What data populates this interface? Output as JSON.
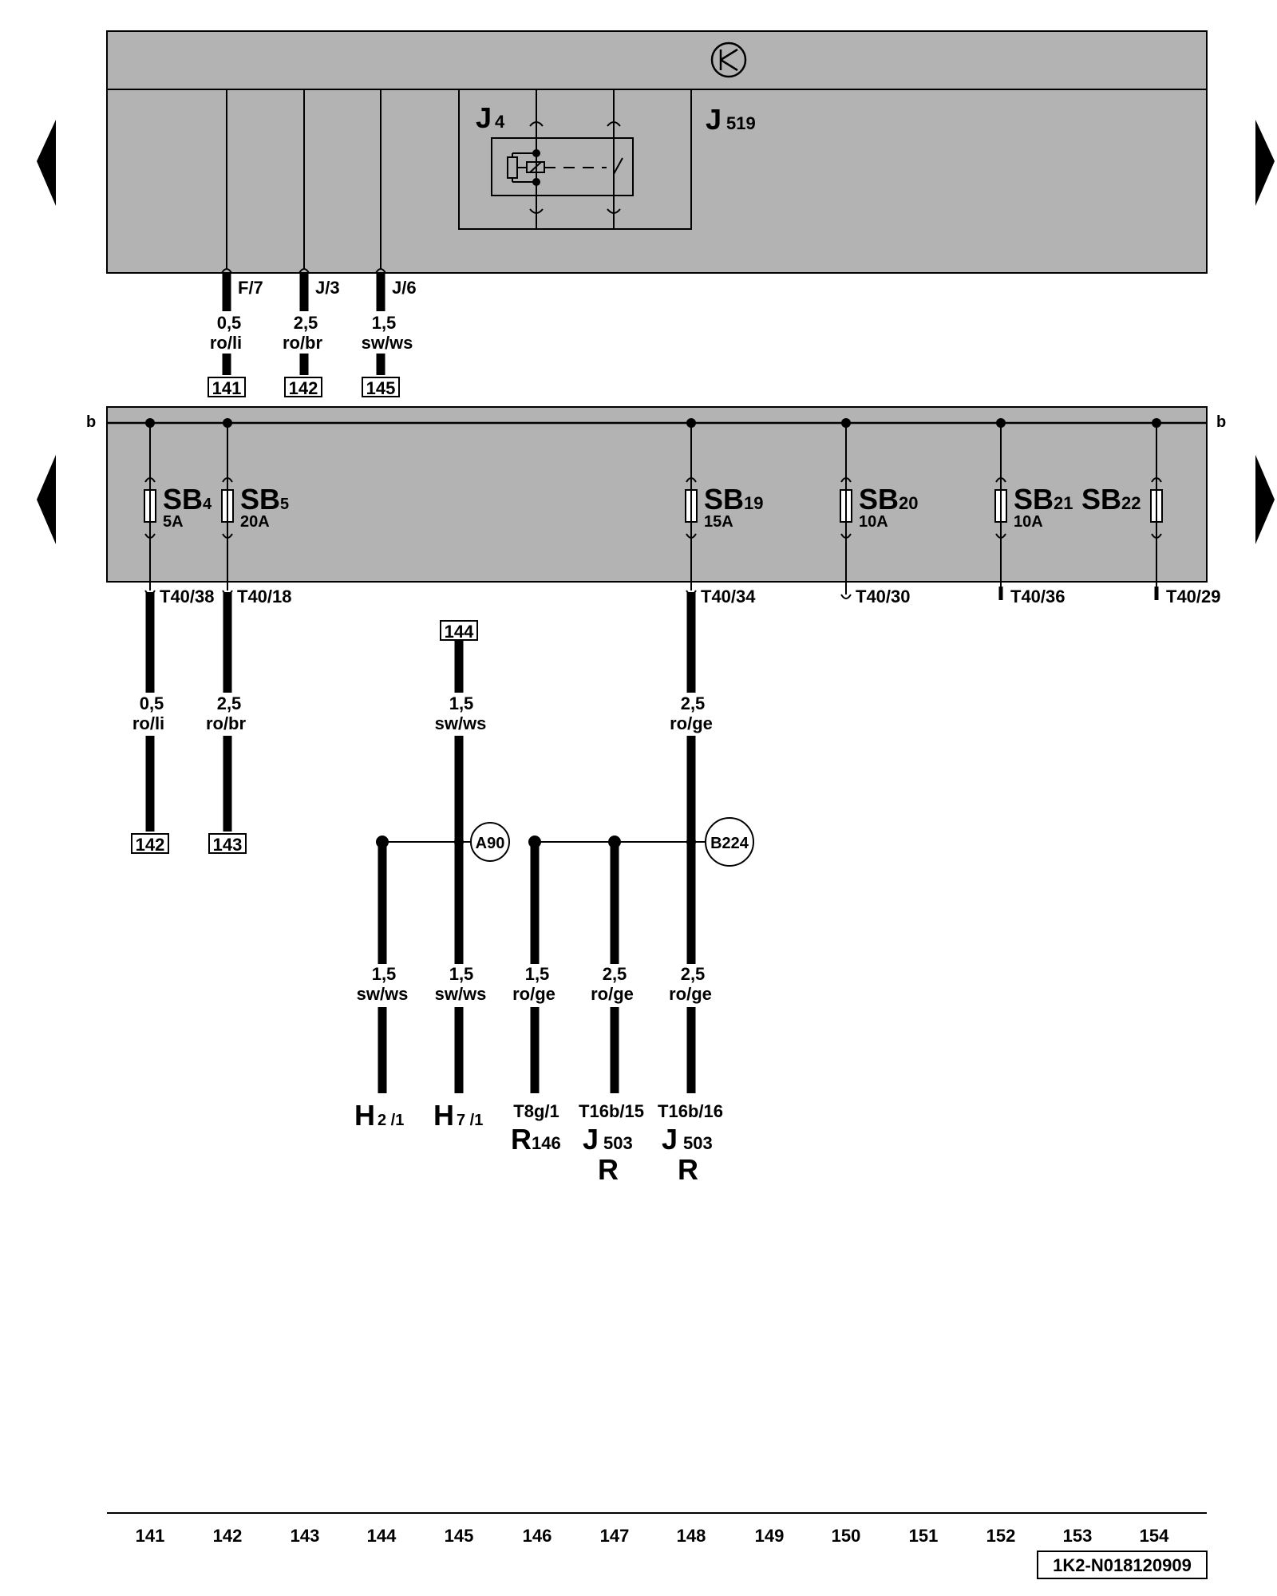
{
  "colors": {
    "panel": "#b3b3b3",
    "ink": "#000000",
    "page": "#ffffff"
  },
  "icons": {
    "nav_arrow": "triangle-arrow",
    "earth_symbol": "ground-circle-icon"
  },
  "top_panel": {
    "relay_label": "J",
    "relay_sub": "4",
    "module_label": "J",
    "module_sub": "519",
    "pins": [
      {
        "pin": "F/7",
        "size": "0,5",
        "color": "ro/li",
        "ref": "141"
      },
      {
        "pin": "J/3",
        "size": "2,5",
        "color": "ro/br",
        "ref": "142"
      },
      {
        "pin": "J/6",
        "size": "1,5",
        "color": "sw/ws",
        "ref": "145"
      }
    ]
  },
  "fuse_panel": {
    "bus_label": "b",
    "fuses": [
      {
        "name": "SB",
        "num": "4",
        "rating": "5A",
        "pin": "T40/38"
      },
      {
        "name": "SB",
        "num": "5",
        "rating": "20A",
        "pin": "T40/18"
      },
      {
        "name": "SB",
        "num": "19",
        "rating": "15A",
        "pin": "T40/34"
      },
      {
        "name": "SB",
        "num": "20",
        "rating": "10A",
        "pin": "T40/30"
      },
      {
        "name": "SB",
        "num": "21",
        "rating": "10A",
        "pin": "T40/36"
      },
      {
        "name": "SB",
        "num": "22",
        "rating": "",
        "pin": "T40/29"
      }
    ]
  },
  "lower_wires": [
    {
      "size": "0,5",
      "color": "ro/li",
      "ref": "142"
    },
    {
      "size": "2,5",
      "color": "ro/br",
      "ref": "143"
    },
    {
      "size": "1,5",
      "color": "sw/ws",
      "ref": "144"
    },
    {
      "size": "2,5",
      "color": "ro/ge"
    }
  ],
  "connectors": {
    "a90": "A90",
    "b224": "B224"
  },
  "bottom_wires": [
    {
      "size": "1,5",
      "color": "sw/ws",
      "comp": "H",
      "comp_sub": "2 /1"
    },
    {
      "size": "1,5",
      "color": "sw/ws",
      "comp": "H",
      "comp_sub": "7 /1"
    },
    {
      "size": "1,5",
      "color": "ro/ge",
      "pin": "T8g/1",
      "comp": "R",
      "comp_sub": "146"
    },
    {
      "size": "2,5",
      "color": "ro/ge",
      "pin": "T16b/15",
      "comp": "J",
      "comp_sub": "503",
      "comp2": "R"
    },
    {
      "size": "2,5",
      "color": "ro/ge",
      "pin": "T16b/16",
      "comp": "J",
      "comp_sub": "503",
      "comp2": "R"
    }
  ],
  "grid_numbers": [
    "141",
    "142",
    "143",
    "144",
    "145",
    "146",
    "147",
    "148",
    "149",
    "150",
    "151",
    "152",
    "153",
    "154"
  ],
  "doc_code": "1K2-N018120909"
}
